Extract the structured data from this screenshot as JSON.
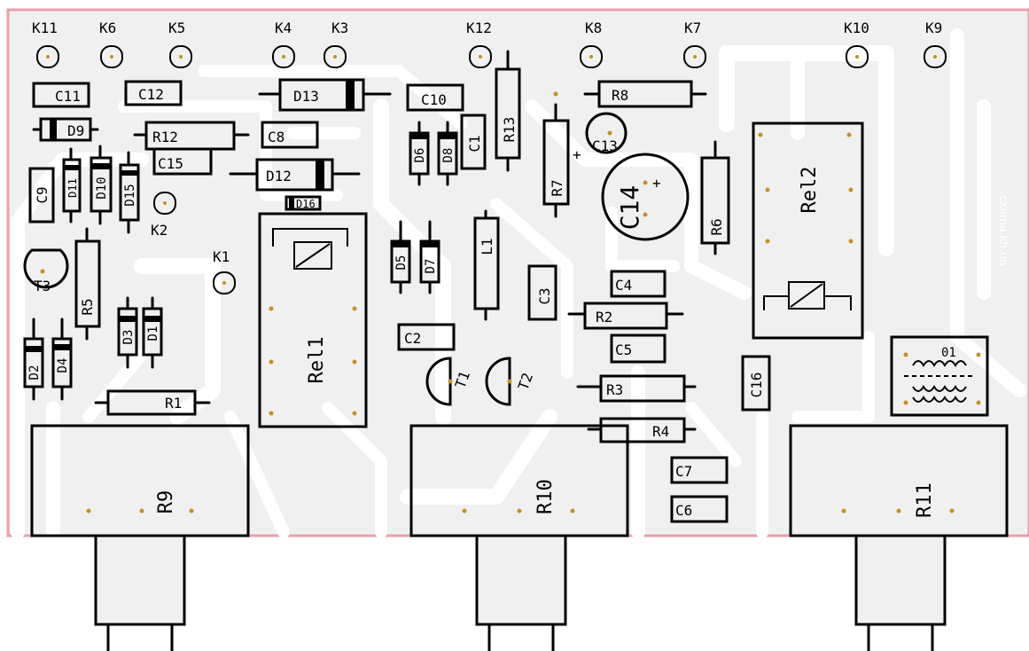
{
  "board": {
    "watermark": "cxema.kh.ua",
    "colors": {
      "board": "#f0f0f0",
      "traces": "#ffffff",
      "edge": "#e8a0a8",
      "outline": "#000000",
      "pad": "#c8901c"
    }
  },
  "connectors": {
    "k11": "K11",
    "k6": "K6",
    "k5": "K5",
    "k4": "K4",
    "k3": "K3",
    "k12": "K12",
    "k8": "K8",
    "k7": "K7",
    "k10": "K10",
    "k9": "K9",
    "k2": "K2",
    "k1": "K1"
  },
  "parts": {
    "c11": "C11",
    "c12": "C12",
    "d13": "D13",
    "c10": "C10",
    "r13": "R13",
    "r8": "R8",
    "d9": "D9",
    "r12": "R12",
    "c8": "C8",
    "c15": "C15",
    "d12": "D12",
    "d16": "D16",
    "c9": "C9",
    "d11": "D11",
    "d10": "D10",
    "d15": "D15",
    "d6": "D6",
    "d8": "D8",
    "c1": "C1",
    "r7": "R7",
    "c13": "C13",
    "c14": "C14",
    "r6": "R6",
    "rel2": "Rel2",
    "rel1": "Rel1",
    "t3": "T3",
    "r5": "R5",
    "d3": "D3",
    "d1": "D1",
    "d2": "D2",
    "d4": "D4",
    "r1": "R1",
    "d5": "D5",
    "d7": "D7",
    "l1": "L1",
    "c3": "C3",
    "c4": "C4",
    "r2": "R2",
    "c5": "C5",
    "c2": "C2",
    "t1": "T1",
    "t2": "T2",
    "r3": "R3",
    "c16": "C16",
    "r4": "R4",
    "c7": "C7",
    "c6": "C6",
    "o1": "01",
    "r9": "R9",
    "r10": "R10",
    "r11": "R11"
  },
  "polarity_mark": "+"
}
